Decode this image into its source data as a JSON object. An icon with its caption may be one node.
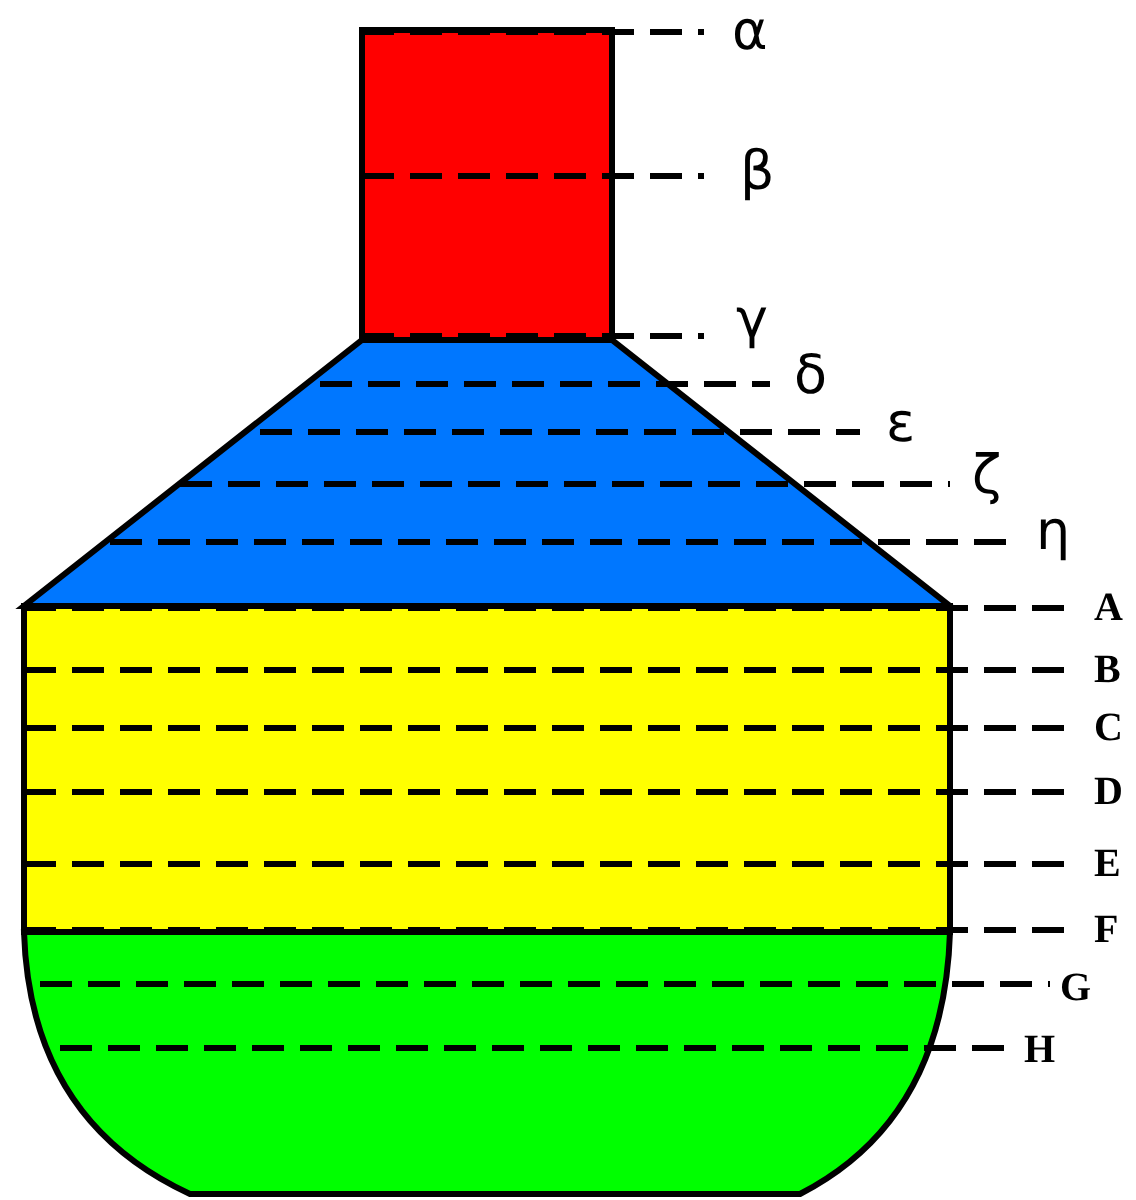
{
  "diagram": {
    "labels": [
      "α",
      "β",
      "γ",
      "δ",
      "ε",
      "ζ",
      "η",
      "A",
      "B",
      "C",
      "D",
      "E",
      "F",
      "G",
      "H"
    ]
  }
}
